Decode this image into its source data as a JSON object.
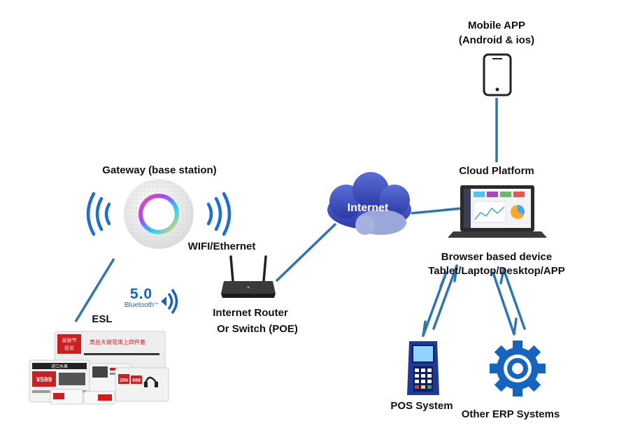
{
  "mobile": {
    "title": "Mobile APP",
    "subtitle": "(Android & ios)"
  },
  "cloud": {
    "label": "Cloud Platform",
    "cloud_text": "Internet"
  },
  "gateway": {
    "label": "Gateway (base station)"
  },
  "link": {
    "label": "WIFI/Ethernet"
  },
  "bluetooth": {
    "version": "5.0",
    "brand": "Bluetooth",
    "tm": "™"
  },
  "esl": {
    "label": "ESL"
  },
  "router": {
    "line1": "Internet Router",
    "line2": "Or Switch (POE)"
  },
  "device": {
    "line1": "Browser based device",
    "line2": "Tablet/Laptop/Desktop/APP"
  },
  "pos": {
    "label": "POS System"
  },
  "erp": {
    "label": "Other ERP Systems"
  },
  "esl_screens": {
    "big_title": "家居节",
    "big_sub": "狂欢",
    "big_banner": "真丝大被花床上四件套",
    "tag_header": "进口水果",
    "price1": "¥599",
    "price2": "299",
    "price3": "688"
  },
  "colors": {
    "line": "#2e75b6",
    "accent": "#1565c0",
    "esl_red": "#cc1f1f"
  }
}
